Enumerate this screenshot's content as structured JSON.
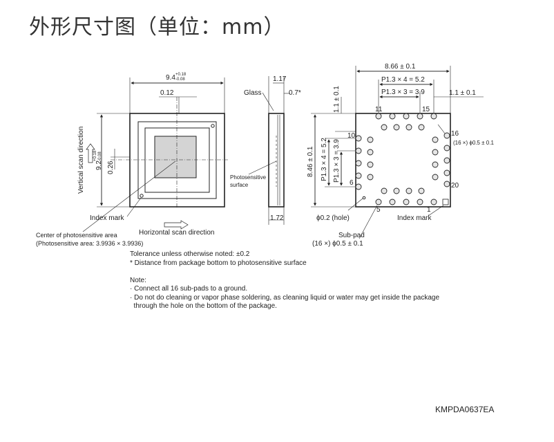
{
  "title": "外形尺寸图（单位：mm）",
  "labels": {
    "width_main": "9.4",
    "width_tol_up": "+0.18",
    "width_tol_dn": "-0.08",
    "center_off_x": "0.12",
    "vert_scan": "Vertical scan direction",
    "height_main": "9.2",
    "height_tol_up": "+0.18",
    "height_tol_dn": "-0.08",
    "center_off_y": "0.26",
    "index_mark_front": "Index mark",
    "center_area_1": "Center of photosensitive area",
    "center_area_2": "(Photosensitive area: 3.9936 × 3.9936)",
    "horiz_scan": "Horizontal scan direction",
    "glass": "Glass",
    "side_top": "1.17",
    "side_offset": "0.7*",
    "photosensitive_surface_1": "Photosensitive",
    "photosensitive_surface_2": "surface",
    "side_bottom": "1.72",
    "back_width": "8.66 ± 0.1",
    "back_p4": "P1.3 × 4 = 5.2",
    "back_p3": "P1.3 × 3 = 3.9",
    "back_edge": "1.1 ± 0.1",
    "back_top_edge": "1.1 ± 0.1",
    "back_height": "8.46 ± 0.1",
    "back_vp4": "P1.3 × 4 = 5.2",
    "back_vp3": "P1.3 × 3 = 3.9",
    "pin11": "11",
    "pin15": "15",
    "pin16": "16",
    "pin10": "10",
    "pin6": "6",
    "pin20": "20",
    "pin5": "5",
    "pin1": "1",
    "pad_dia": "(16 ×) ϕ0.5 ± 0.1",
    "hole": "ϕ0.2 (hole)",
    "index_mark_back": "Index mark",
    "subpad": "Sub-pad",
    "subpad_dia": "(16 ×) ϕ0.5 ± 0.1"
  },
  "notes": [
    "Tolerance unless otherwise noted: ±0.2",
    "* Distance from package bottom to photosensitive surface",
    "",
    "Note:",
    "· Connect all 16 sub-pads to a ground.",
    "· Do not do cleaning or vapor phase soldering, as cleaning liquid or water may get inside the package",
    "  through the hole on the bottom of the package."
  ],
  "code": "KMPDA0637EA"
}
